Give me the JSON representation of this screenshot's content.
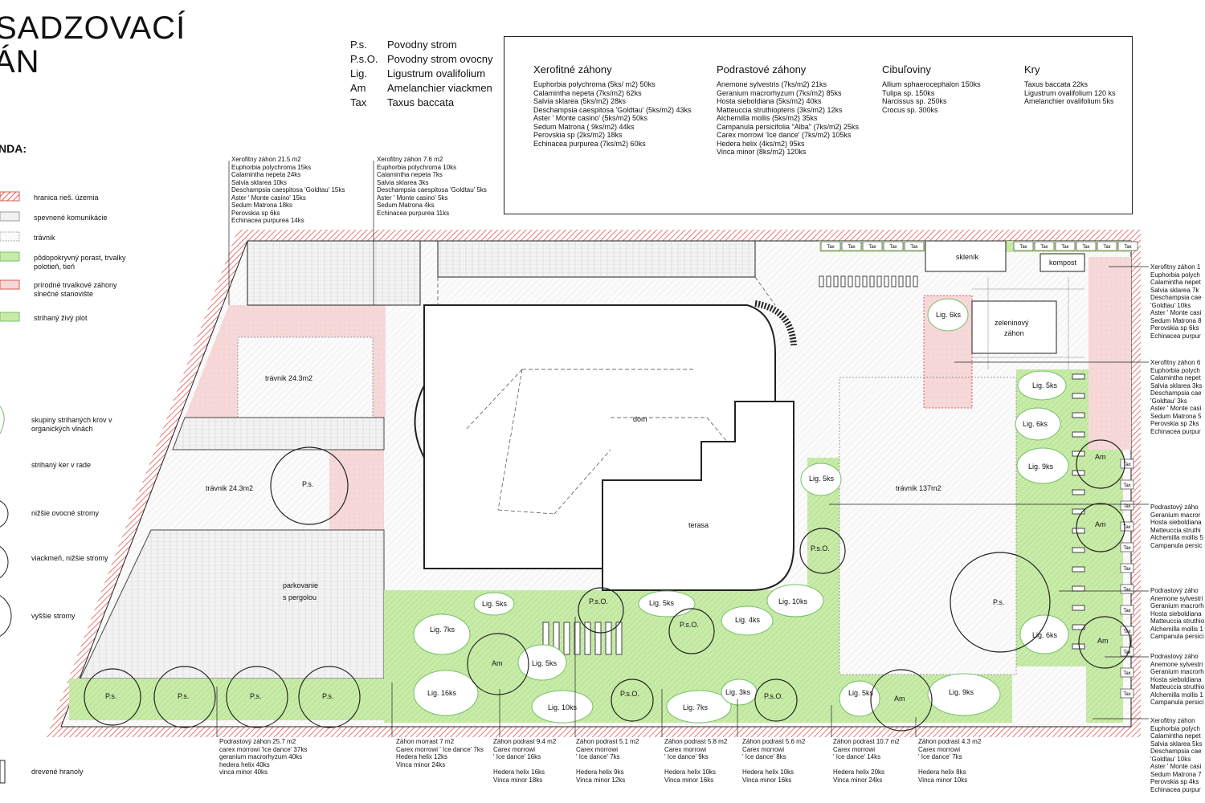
{
  "title": {
    "line1": "SADZOVACÍ",
    "line2": "ÁN"
  },
  "abbreviations": [
    {
      "code": "P.s.",
      "name": "Povodny strom"
    },
    {
      "code": "P.s.O.",
      "name": "Povodny strom ovocny"
    },
    {
      "code": "Lig.",
      "name": "Ligustrum ovalifolium"
    },
    {
      "code": "Am",
      "name": "Amelanchier viackmen"
    },
    {
      "code": "Tax",
      "name": "Taxus baccata"
    }
  ],
  "plant_table": {
    "xero": {
      "title": "Xerofitné záhony",
      "items": [
        "Euphorbia polychroma  (5ks/ m2) 50ks",
        "Calamintha nepeta (7ks/m2) 62ks",
        "Salvia sklarea (5ks/m2) 28ks",
        "Deschampsia caespitosa 'Goldtau' (5ks/m2) 43ks",
        "Aster ' Monte casino' (5ks/m2) 50ks",
        "Sedum Matrona ( 9ks/m2) 44ks",
        "Perovskia sp (2ks/m2) 18ks",
        "Echinacea purpurea (7ks/m2) 60ks"
      ]
    },
    "podrast": {
      "title": "Podrastové záhony",
      "items": [
        "Anemone sylvestris (7ks/m2) 21ks",
        "Geranium macrorhyzum (7ks/m2) 85ks",
        "Hosta sieboldiana (5ks/m2) 40ks",
        "Matteuccia struthiopteris (3ks/m2) 12ks",
        "Alchemilla mollis (5ks/m2) 35ks",
        "Campanula persicifolia \"Alba\" (7ks/m2) 25ks",
        "Carex morrowi 'Ice dance' (7ks/m2) 105ks",
        "Hedera helix (4ks/m2) 95ks",
        "Vinca minor (8ks/m2) 120ks"
      ]
    },
    "cibul": {
      "title": "Cibuľoviny",
      "items": [
        "Allium sphaerocephalon 150ks",
        "Tulipa sp.  150ks",
        "Narcissus sp.  250ks",
        "Crocus sp. 300ks"
      ]
    },
    "kry": {
      "title": "Kry",
      "items": [
        "Taxus baccata  22ks",
        "Ligustrum ovalifolium 120 ks",
        "Amelanchier ovalifolium 5ks"
      ]
    }
  },
  "legend": {
    "title": "NDA:",
    "items": [
      "hranica rieš. územia",
      "spevnené komunikácie",
      "trávnik",
      "pôdopokryvný porast, trvalky polotieň, tieň",
      "prírodné trvalkové záhony slnečné stanovište",
      "strihaný živý plot",
      "skupiny strihaných krov v organických vlnách",
      "strihaný ker v rade",
      "nižšie ovocné stromy",
      "viackmeň, nižšie stromy",
      "vyššie stromy",
      "drevené hranoly"
    ]
  },
  "top_notes": [
    {
      "lines": [
        "Xerofitny záhon 21.5 m2",
        "Euphorbia polychroma  15ks",
        "Calamintha nepeta    24ks",
        "Salvia sklarea  10ks",
        "Deschampsia caespitosa 'Goldtau' 15ks",
        "Aster ' Monte casino'  15ks",
        "Sedum Matrona  18ks",
        "Perovskia sp  6ks",
        "Echinacea purpurea  14ks"
      ]
    },
    {
      "lines": [
        "Xerofitny záhon 7.6 m2",
        "Euphorbia polychroma 10ks",
        "Calamintha nepeta 7ks",
        "Salvia sklarea 3ks",
        "Deschampsia caespitosa 'Goldtau' 5ks",
        "Aster ' Monte casino' 5ks",
        "Sedum Matrona 4ks",
        "Echinacea purpurea 11ks"
      ]
    }
  ],
  "right_notes": [
    {
      "lines": [
        "Xerofitny záhon 1",
        "Euphorbia polych",
        "Calamintha nepet",
        "Salvia sklarea 7k",
        "Deschampsia cae",
        "'Goldtau' 10ks",
        "Aster ' Monte casi",
        "Sedum Matrona 8",
        "Perovskia sp 6ks",
        "Echinacea purpur"
      ]
    },
    {
      "lines": [
        "Xerofitny záhon 6",
        "Euphorbia polych",
        "Calamintha nepet",
        "Salvia sklarea 3ks",
        "Deschampsia cae",
        "'Goldtau' 3ks",
        "Aster ' Monte casi",
        "Sedum Matrona 5",
        "Perovskia sp 2ks",
        "Echinacea purpur"
      ]
    },
    {
      "lines": [
        "Podrastový záho",
        "Geranium macror",
        "Hosta sieboldiana",
        "Matteuccia struthi",
        "Alchemilla mollis 5",
        "Campanula persic"
      ]
    },
    {
      "lines": [
        "Podrastový záho",
        "Anemone sylvestri",
        "Geranium macrorh",
        "Hosta sieboldiana",
        "Matteuccia struthio",
        "Alchemilla mollis 1",
        "Campanula persici"
      ]
    },
    {
      "lines": [
        "Podrastový záho",
        "Anemone sylvestri",
        "Geranium macrorh",
        "Hosta sieboldiana",
        "Matteuccia struthio",
        "Alchemilla mollis 1",
        "Campanula persici"
      ]
    },
    {
      "lines": [
        "Xerofitny záhon",
        "Euphorbia polych",
        "Calamintha nepet",
        "Salvia sklarea 5ks",
        "Deschampsia cae",
        "'Goldtau' 10ks",
        "Aster ' Monte casi",
        "Sedum Matrona 7",
        "Perovskia sp 4ks",
        "Echinacea purpur"
      ]
    }
  ],
  "bottom_notes": [
    {
      "lines": [
        "Podrastový záhon 25.7 m2",
        "carex morrowi 'Ice dance' 37ks",
        "geranium macrorhyzum 40ks",
        "hedera helix 40ks",
        "vinca minor 40ks"
      ]
    },
    {
      "lines": [
        "Záhon morrast 7 m2",
        "Carex morrowi ' Ice dance'  7ks",
        "Hedera helix 12ks",
        "Vinca minor 24ks"
      ]
    },
    {
      "lines": [
        "Záhon podrast 9.4 m2",
        "Carex morrowi",
        "' Ice dance'  16ks",
        "",
        "Hedera helix 16ks",
        "Vinca minor 18ks"
      ]
    },
    {
      "lines": [
        "Záhon podrast 5.1 m2",
        "Carex morrowi",
        "' Ice dance'  7ks",
        "",
        "Hedera helix 9ks",
        "Vinca minor 12ks"
      ]
    },
    {
      "lines": [
        "Záhon podrast 5.8 m2",
        "Carex morrowi",
        "' Ice dance' 9ks",
        "",
        "Hedera helix 10ks",
        "Vinca minor 16ks"
      ]
    },
    {
      "lines": [
        "Záhon podrast 5.6 m2",
        "Carex morrowi",
        "' Ice dance'  8ks",
        "",
        "Hedera helix 10ks",
        "Vinca minor 16ks"
      ]
    },
    {
      "lines": [
        "Záhon podrast 10.7 m2",
        "Carex morrowi",
        "' Ice dance'  14ks",
        "",
        "Hedera helix 20ks",
        "Vinca minor 24ks"
      ]
    },
    {
      "lines": [
        "Záhon podrast 4.3 m2",
        "Carex morrowi",
        "' Ice dance' 7ks",
        "",
        "Hedera helix 8ks",
        "Vinca minor 10ks"
      ]
    }
  ],
  "plan_labels": {
    "travnik1": "trávnik 24.3m2",
    "travnik2": "trávnik 24.3m2",
    "parkovanie1": "parkovanie",
    "parkovanie2": "s pergolou",
    "dom": "dom",
    "terasa": "terasa",
    "travnik137": "trávnik 137m2",
    "sklenik": "skleník",
    "kompost": "kompost",
    "zelen1": "zeleninový",
    "zelen2": "záhon",
    "tax": "Tax",
    "ps": "P.s.",
    "pso": "P.s.O.",
    "am": "Am",
    "lig5": "Lig.  5ks",
    "lig6": "Lig.  6ks",
    "lig9": "Lig.  9ks",
    "lig7": "Lig.  7ks",
    "lig16": "Lig.  16ks",
    "lig10": "Lig.  10ks",
    "lig4": "Lig.  4ks",
    "lig3": "Lig.  3ks",
    "lig5b": "Lig.  5ks"
  },
  "colors": {
    "hatch_red": "#e0554f",
    "pink_fill": "#f6d8d8",
    "green_fill": "#c9eba8",
    "green_line": "#74c167",
    "lawn_hatch": "#cfcfcf"
  }
}
